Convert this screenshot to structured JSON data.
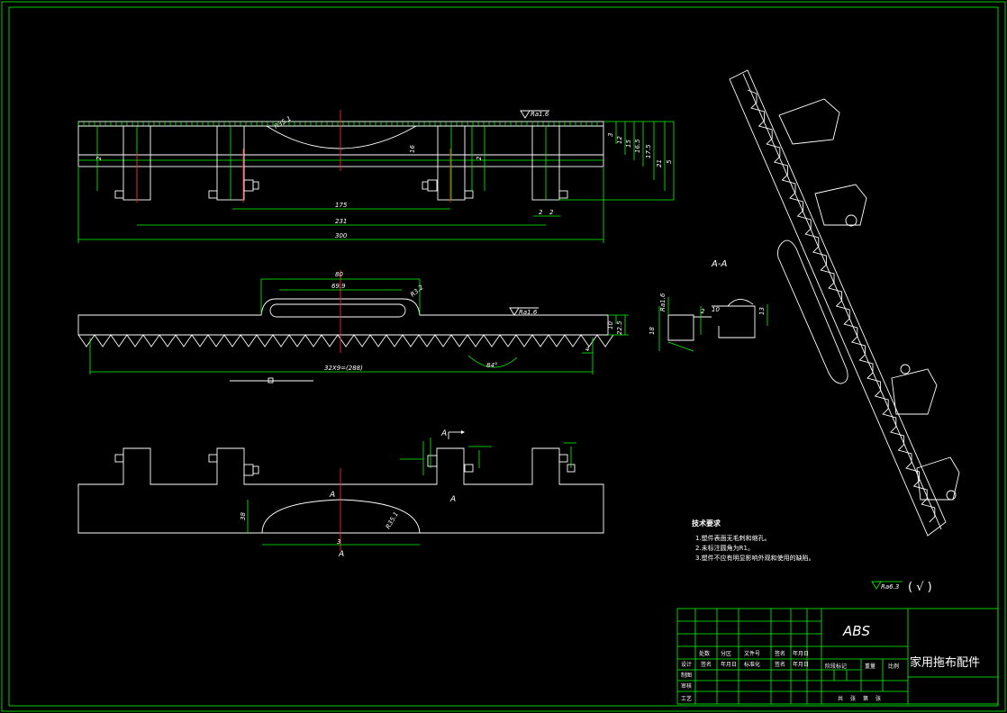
{
  "section_label": "A-A",
  "view_marks": {
    "a_top": "A",
    "a_bottom": "A",
    "a_left": "A",
    "a_right": "A"
  },
  "surface_roughness": {
    "top_view": "Ra1.6",
    "front_view": "Ra1.6",
    "section": "Ra1.6",
    "general": "Ra6.3",
    "general_note": "( √ )"
  },
  "top_view_dims": [
    "175",
    "231",
    "300",
    "2",
    "2",
    "2",
    "3",
    "12",
    "15",
    "16.5",
    "17.5",
    "21",
    "5"
  ],
  "front_view_dims": {
    "width_80": "80",
    "width_69": "69.9",
    "r_top": "R3.2",
    "pitch": "32X9=(288)",
    "angle": "84°",
    "h1": "10",
    "h2": "22.5",
    "h3": "4"
  },
  "bottom_view_dims": {
    "h": "38",
    "r": "R35.1",
    "w": "3"
  },
  "tech_requirements": {
    "title": "技术要求",
    "items": [
      "1.塑件表面无毛刺和缩孔。",
      "2.未标注圆角为R1。",
      "3.塑件不应有明显影响外观和使用的缺陷。"
    ]
  },
  "title_block": {
    "material": "ABS",
    "part_name": "家用拖布配件",
    "header_row": [
      "处数",
      "分区",
      "文件号",
      "签名",
      "年月日"
    ],
    "left_rows": [
      "设计",
      "制图",
      "审核",
      "工艺"
    ],
    "design_row": [
      "签名",
      "年月日",
      "标准化",
      "签名",
      "年月日"
    ],
    "mid_labels": [
      "阶段标记",
      "重量",
      "比例"
    ],
    "sheet_row": [
      "共",
      "张",
      "第",
      "张"
    ]
  }
}
